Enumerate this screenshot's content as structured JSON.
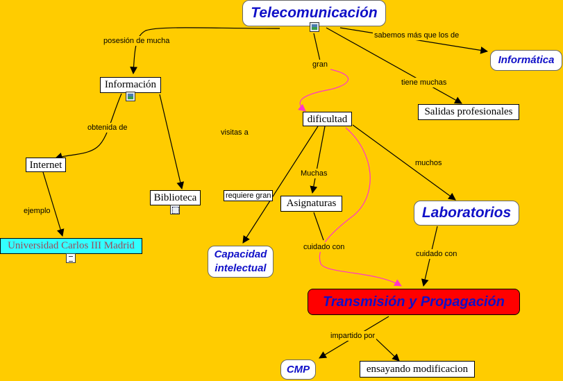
{
  "concepts": {
    "telecom": "Telecomunicación",
    "informatica": "Informática",
    "informacion": "Información",
    "salidas": "Salidas profesionales",
    "dificultad": "dificultad",
    "internet": "Internet",
    "biblioteca": "Biblioteca",
    "asignaturas": "Asignaturas",
    "laboratorios": "Laboratorios",
    "uc3m": "Universidad Carlos III Madrid",
    "capacidad_line1": "Capacidad",
    "capacidad_line2": "intelectual",
    "transmision": "Transmisión y Propagación",
    "cmp": "CMP",
    "ensayando": "ensayando modificacion"
  },
  "links": {
    "posesion": "posesión de mucha",
    "sabemos": "sabemos más que los de",
    "gran": "gran",
    "tiene_muchas": "tiene muchas",
    "obtenida_de": "obtenida de",
    "visitas_a": "visitas a",
    "ejemplo": "ejemplo",
    "requiere_gran": "requiere gran",
    "muchas": "Muchas",
    "muchos": "muchos",
    "cuidado_con_1": "cuidado con",
    "cuidado_con_2": "cuidado con",
    "impartido_por": "impartido por"
  },
  "icons": [
    "image-icon",
    "image-icon",
    "document-icon",
    "network-icon"
  ],
  "colors": {
    "background": "#ffcc00",
    "concept_text_blue": "#1010c8",
    "highlight_red": "#ff0000",
    "cyan_node": "#33ffff",
    "magenta_link": "#ff33cc"
  }
}
